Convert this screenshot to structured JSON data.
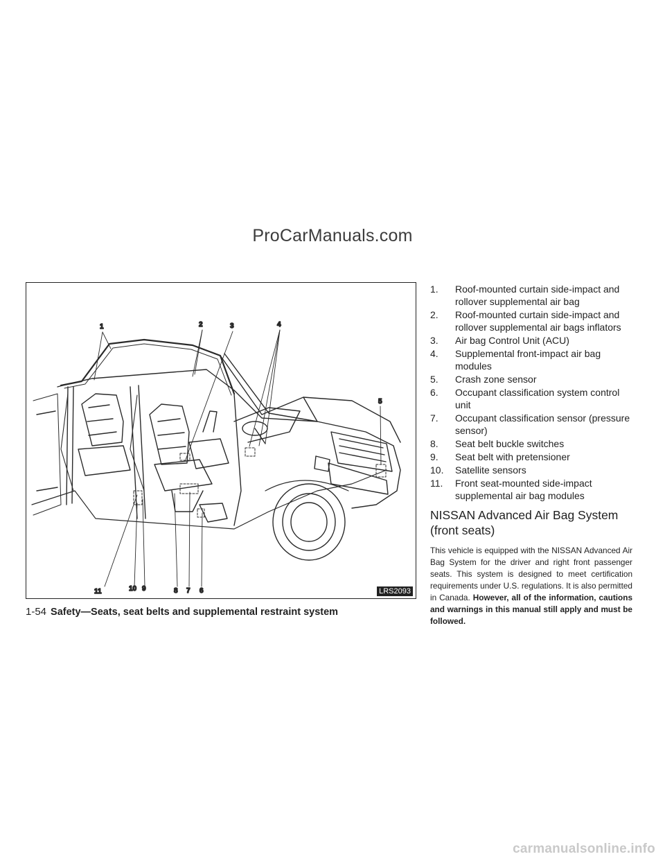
{
  "watermark_top": "ProCarManuals.com",
  "figure": {
    "code": "LRS2093",
    "callouts": [
      "1",
      "2",
      "3",
      "4",
      "5",
      "6",
      "7",
      "8",
      "9",
      "10",
      "11"
    ]
  },
  "legend": [
    {
      "num": "1.",
      "text": "Roof-mounted curtain side-impact and rollover supplemental air bag"
    },
    {
      "num": "2.",
      "text": "Roof-mounted curtain side-impact and rollover supplemental air bags inflators"
    },
    {
      "num": "3.",
      "text": "Air bag Control Unit (ACU)"
    },
    {
      "num": "4.",
      "text": "Supplemental front-impact air bag modules"
    },
    {
      "num": "5.",
      "text": "Crash zone sensor"
    },
    {
      "num": "6.",
      "text": "Occupant classification system control unit"
    },
    {
      "num": "7.",
      "text": "Occupant classification sensor (pressure sensor)"
    },
    {
      "num": "8.",
      "text": "Seat belt buckle switches"
    },
    {
      "num": "9.",
      "text": "Seat belt with pretensioner"
    },
    {
      "num": "10.",
      "text": "Satellite sensors"
    },
    {
      "num": "11.",
      "text": "Front seat-mounted side-impact supplemental air bag modules"
    }
  ],
  "section": {
    "title": "NISSAN Advanced Air Bag System (front seats)",
    "body": "This vehicle is equipped with the NISSAN Advanced Air Bag System for the driver and right front passenger seats. This system is designed to meet certification requirements under U.S. regulations. It is also permitted in Canada.",
    "body_emphasis": "However, all of the information, cautions and warnings in this manual still apply and must be followed."
  },
  "footer": {
    "page": "1-54",
    "section": "Safety—Seats, seat belts and supplemental restraint system"
  },
  "watermark_bottom": "carmanualsonline.info"
}
